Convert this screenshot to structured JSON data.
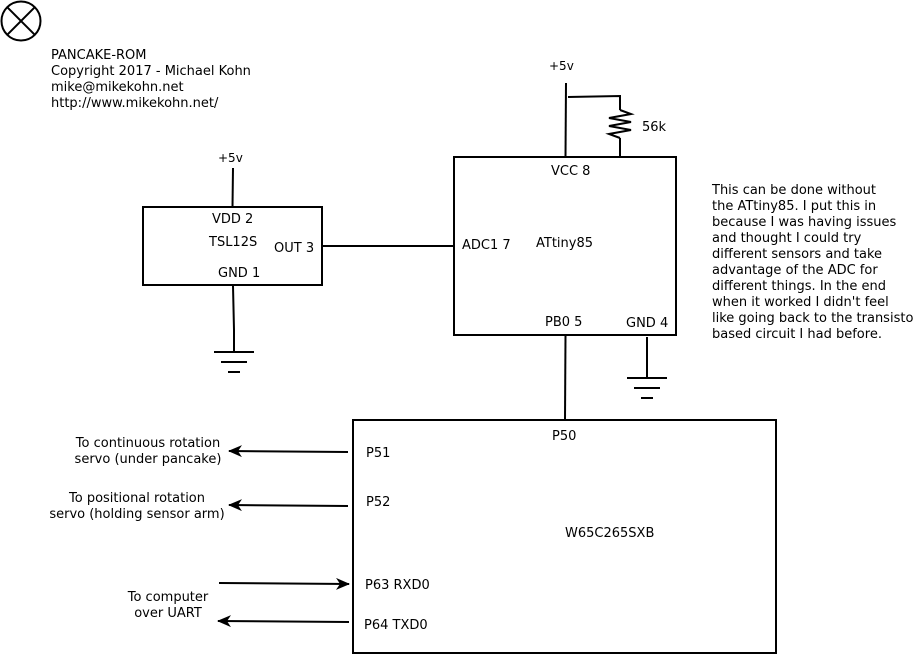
{
  "header": {
    "lines": [
      "PANCAKE-ROM",
      "Copyright 2017 - Michael Kohn",
      "mike@mikekohn.net",
      "http://www.mikekohn.net/"
    ]
  },
  "supply_label": "+5v",
  "resistor_label": "56k",
  "sensor": {
    "name": "TSL12S",
    "vdd_pin": "VDD 2",
    "gnd_pin": "GND 1",
    "out_pin": "OUT 3"
  },
  "mcu": {
    "name": "ATtiny85",
    "vcc_pin": "VCC 8",
    "adc_pin": "ADC1 7",
    "pb0_pin": "PB0 5",
    "gnd_pin": "GND 4"
  },
  "note": {
    "lines": [
      "This can be done without",
      "the ATtiny85.  I put this in",
      "because I was having issues",
      "and thought I could try",
      "different sensors and take",
      "advantage of the ADC for",
      "different things.  In the end",
      "when it worked I didn't feel",
      "like going back to the transisto",
      "based circuit I had before."
    ]
  },
  "cpu": {
    "name": "W65C265SXB",
    "p50_pin": "P50",
    "p51_pin": "P51",
    "p52_pin": "P52",
    "p63_pin": "P63 RXD0",
    "p64_pin": "P64 TXD0"
  },
  "destinations": {
    "continuous": [
      "To continuous rotation",
      "servo (under pancake)"
    ],
    "positional": [
      "To positional rotation",
      "servo (holding sensor arm)"
    ],
    "computer": [
      "To computer",
      "over UART"
    ]
  }
}
